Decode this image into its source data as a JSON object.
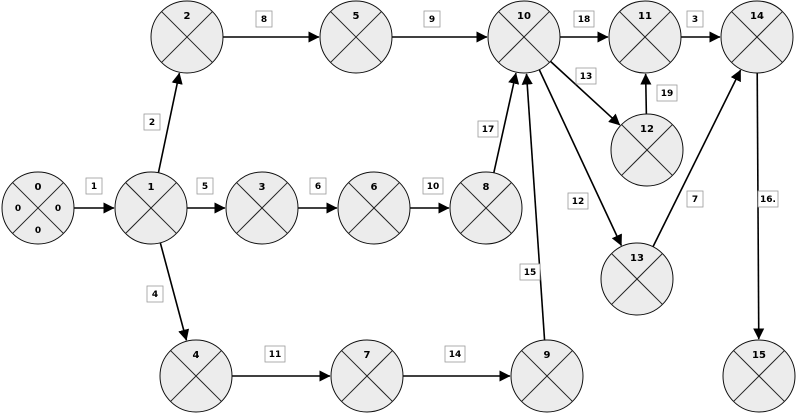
{
  "nodes": [
    {
      "id": "0",
      "values": [
        "0",
        "0",
        "0",
        "0"
      ]
    },
    {
      "id": "1"
    },
    {
      "id": "2"
    },
    {
      "id": "3"
    },
    {
      "id": "4"
    },
    {
      "id": "5"
    },
    {
      "id": "6"
    },
    {
      "id": "7"
    },
    {
      "id": "8"
    },
    {
      "id": "9"
    },
    {
      "id": "10"
    },
    {
      "id": "11"
    },
    {
      "id": "12"
    },
    {
      "id": "13"
    },
    {
      "id": "14"
    },
    {
      "id": "15"
    }
  ],
  "edges": [
    {
      "from": "0",
      "to": "1",
      "label": "1"
    },
    {
      "from": "1",
      "to": "2",
      "label": "2"
    },
    {
      "from": "1",
      "to": "3",
      "label": "5"
    },
    {
      "from": "1",
      "to": "4",
      "label": "4"
    },
    {
      "from": "2",
      "to": "5",
      "label": "8"
    },
    {
      "from": "3",
      "to": "6",
      "label": "6"
    },
    {
      "from": "4",
      "to": "7",
      "label": "11"
    },
    {
      "from": "5",
      "to": "10",
      "label": "9"
    },
    {
      "from": "6",
      "to": "8",
      "label": "10"
    },
    {
      "from": "7",
      "to": "9",
      "label": "14"
    },
    {
      "from": "8",
      "to": "10",
      "label": "17"
    },
    {
      "from": "9",
      "to": "10",
      "label": "15"
    },
    {
      "from": "10",
      "to": "11",
      "label": "18"
    },
    {
      "from": "10",
      "to": "12",
      "label": "13"
    },
    {
      "from": "10",
      "to": "13",
      "label": "12"
    },
    {
      "from": "12",
      "to": "11",
      "label": "19"
    },
    {
      "from": "11",
      "to": "14",
      "label": "3"
    },
    {
      "from": "13",
      "to": "14",
      "label": "7"
    },
    {
      "from": "14",
      "to": "15",
      "label": "16."
    }
  ]
}
